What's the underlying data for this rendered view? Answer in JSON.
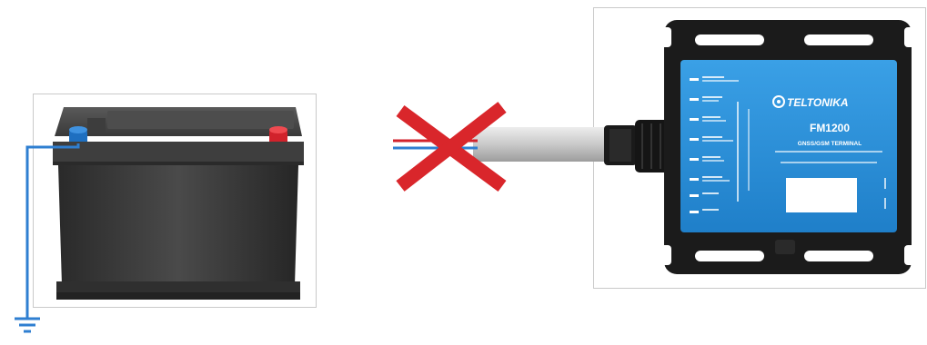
{
  "device": {
    "brand": "TELTONIKA",
    "model": "FM1200",
    "subtitle": "GNSS/GSM TERMINAL"
  },
  "colors": {
    "ground_wire": "#2f7fd1",
    "positive_terminal": "#d1222b",
    "negative_terminal": "#1e6fc0",
    "cross": "#d9262b",
    "device_label": "#2c8dd6",
    "device_case": "#1b1b1b"
  },
  "icons": {
    "ground": "ground-symbol-icon",
    "no_connection": "cross-mark-icon",
    "brand_logo": "teltonika-logo-icon"
  }
}
